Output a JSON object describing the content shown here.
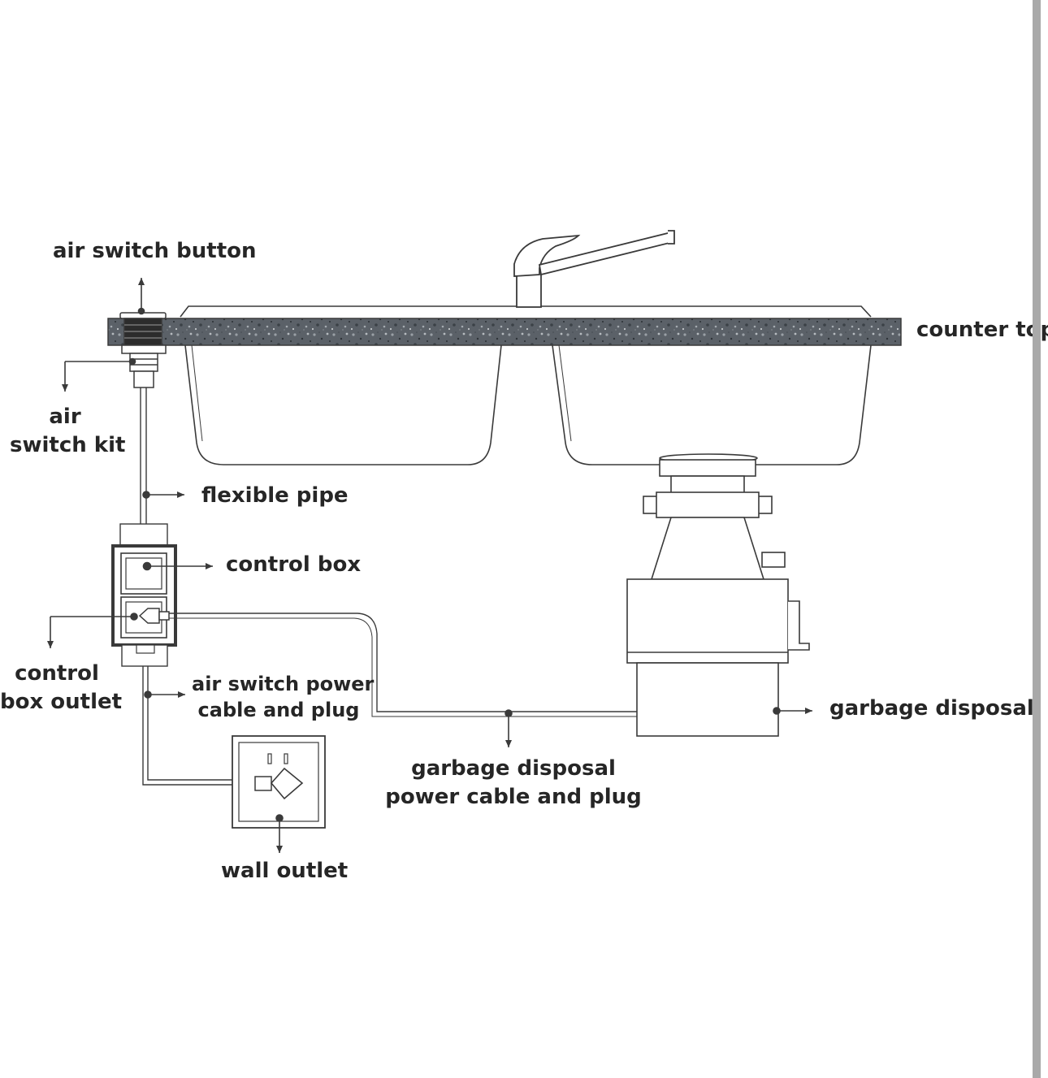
{
  "labels": {
    "air_switch_button": "air switch button",
    "counter_top": "counter top",
    "air_switch_kit": [
      "air",
      "switch kit"
    ],
    "flexible_pipe": "flexible pipe",
    "control_box": "control box",
    "control_box_outlet": [
      "control",
      "box outlet"
    ],
    "air_switch_power_cable": [
      "air switch power",
      "cable and plug"
    ],
    "garbage_disposal": "garbage disposal",
    "garbage_disposal_power_cable": [
      "garbage disposal",
      "power cable and plug"
    ],
    "wall_outlet": "wall outlet"
  },
  "colors": {
    "line": "#3a3a3a",
    "countertop": "#5b6168",
    "text": "#262626",
    "frame": "#a9a9a9"
  }
}
